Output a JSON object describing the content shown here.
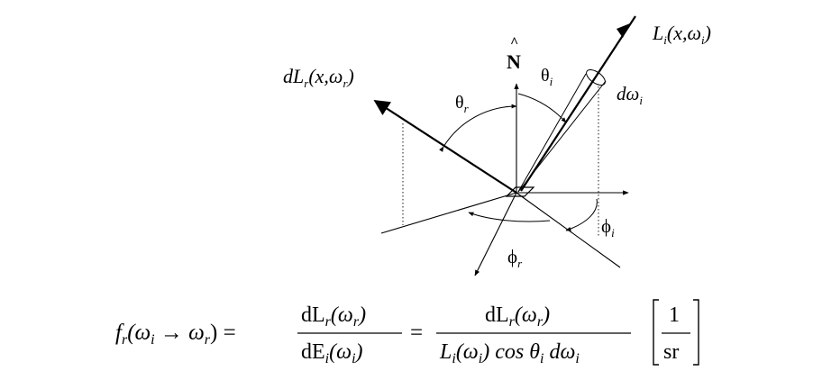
{
  "labels": {
    "incident_radiance": {
      "main": "L",
      "sub": "i",
      "args": "(x,ω",
      "argsub": "i",
      "close": ")"
    },
    "reflected_radiance": {
      "pre": "dL",
      "sub": "r",
      "args": "(x,ω",
      "argsub": "r",
      "close": ")"
    },
    "normal": {
      "main": "N",
      "hat": "^"
    },
    "theta_i": {
      "main": "θ",
      "sub": "i"
    },
    "theta_r": {
      "main": "θ",
      "sub": "r"
    },
    "solid_angle": {
      "main": "dω",
      "sub": "i"
    },
    "phi_i": {
      "main": "ϕ",
      "sub": "i"
    },
    "phi_r": {
      "main": "ϕ",
      "sub": "r"
    }
  },
  "equation": {
    "lhs_f": "f",
    "lhs_sub": "r",
    "lhs_args_open": "(ω",
    "lhs_args_i": "i",
    "arrow": " → ω",
    "lhs_args_r": "r",
    "lhs_close": ") =",
    "frac1_num": "dL",
    "frac1_num_sub": "r",
    "frac1_num_args": "(ω",
    "frac1_num_argsub": "r",
    "frac1_num_close": ")",
    "frac1_den": "dE",
    "frac1_den_sub": "i",
    "frac1_den_args": "(ω",
    "frac1_den_argsub": "i",
    "frac1_den_close": ")",
    "eq2": "=",
    "frac2_num": "dL",
    "frac2_num_sub": "r",
    "frac2_num_args": "(ω",
    "frac2_num_argsub": "r",
    "frac2_num_close": ")",
    "frac2_den_L": "L",
    "frac2_den_L_sub": "i",
    "frac2_den_args": "(ω",
    "frac2_den_argsub": "i",
    "frac2_den_cos": ") cos θ",
    "frac2_den_cossub": "i",
    "frac2_den_domega": " dω",
    "frac2_den_domegasub": "i",
    "unit_num": "1",
    "unit_den": "sr"
  }
}
